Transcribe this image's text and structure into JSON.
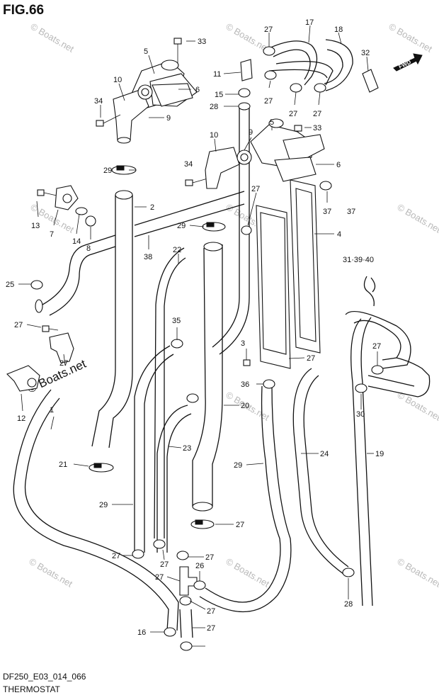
{
  "figure": {
    "title": "FIG.66",
    "model_code": "DF250_E03_014_066",
    "name": "THERMOSTAT"
  },
  "watermark": "© Boats.net",
  "bold_watermark": "© Boats.net",
  "fwd_label": "FWD",
  "callouts": [
    "33",
    "5",
    "27",
    "17",
    "18",
    "32",
    "11",
    "10",
    "6",
    "15",
    "34",
    "28",
    "27",
    "27",
    "27",
    "9",
    "10",
    "9",
    "5",
    "33",
    "29",
    "34",
    "6",
    "2",
    "27",
    "37",
    "13",
    "7",
    "14",
    "8",
    "29",
    "4",
    "38",
    "22",
    "31·39·40",
    "37",
    "25",
    "27",
    "35",
    "3",
    "27",
    "36",
    "27",
    "27",
    "30",
    "12",
    "1",
    "20",
    "23",
    "24",
    "19",
    "29",
    "21",
    "29",
    "27",
    "27",
    "27",
    "27",
    "26",
    "27",
    "27",
    "28",
    "16",
    "27"
  ]
}
